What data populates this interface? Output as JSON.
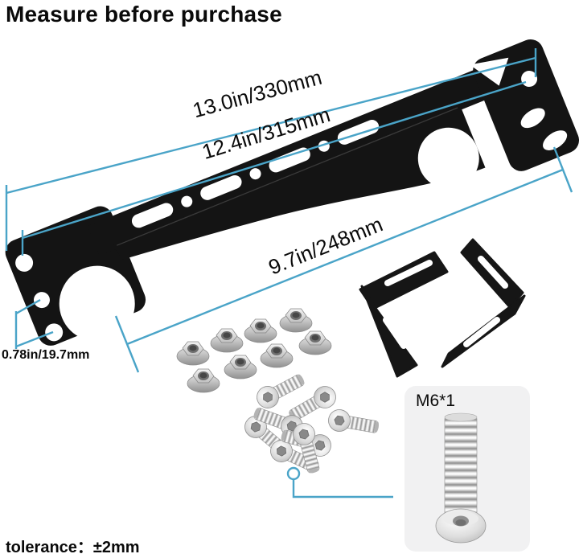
{
  "title": "Measure before purchase",
  "dimensions": {
    "overall_length": "13.0in/330mm",
    "mounting_hole_span": "12.4in/315mm",
    "slot_section_span": "9.7in/248mm",
    "end_hole_spacing": "0.78in/19.7mm"
  },
  "spec_box": {
    "screw_spec": "M6*1"
  },
  "footer": {
    "tolerance_note": "tolerance：±2mm"
  },
  "colors": {
    "annotation_blue": "#4aa4c8",
    "part_black": "#141414",
    "metal_light": "#f5f5f5",
    "metal_dark": "#8f8f8f",
    "spec_box_bg": "#f1f1f2",
    "background": "#ffffff"
  }
}
